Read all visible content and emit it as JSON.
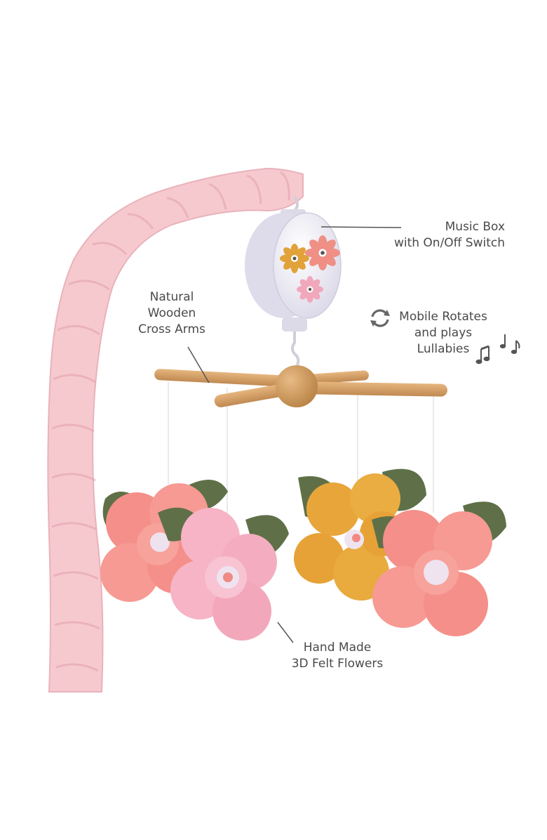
{
  "callouts": {
    "music_box": {
      "line1": "Music Box",
      "line2": "with On/Off Switch"
    },
    "cross_arms": {
      "line1": "Natural",
      "line2": "Wooden",
      "line3": "Cross Arms"
    },
    "rotation": {
      "line1": "Mobile Rotates",
      "line2": "and plays",
      "line3": "Lullabies"
    },
    "felt_flowers": {
      "line1": "Hand Made",
      "line2": "3D Felt Flowers"
    }
  },
  "icons": {
    "rotate": "rotate-arrows-icon",
    "music": "music-notes-icon"
  },
  "colors": {
    "background": "#ffffff",
    "arm_cover": "#f6c9cf",
    "music_box": "#eceaf3",
    "wood": "#d4a06a",
    "coral_flower": "#f58f8a",
    "pink_flower": "#f6b4c6",
    "yellow_flower": "#e8a63a",
    "leaf": "#5f7048",
    "text": "#4a4a4a"
  }
}
